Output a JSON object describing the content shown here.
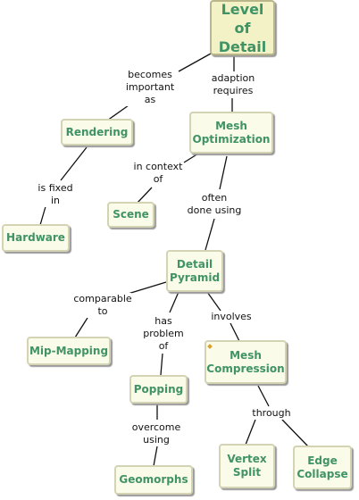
{
  "nodes": {
    "level_of_detail": "Level of\nDetail",
    "rendering": "Rendering",
    "mesh_optimization": "Mesh\nOptimization",
    "hardware": "Hardware",
    "scene": "Scene",
    "detail_pyramid": "Detail\nPyramid",
    "mip_mapping": "Mip-Mapping",
    "popping": "Popping",
    "mesh_compression": "Mesh\nCompression",
    "geomorphs": "Geomorphs",
    "vertex_split": "Vertex\nSplit",
    "edge_collapse": "Edge\nCollapse"
  },
  "links": {
    "becomes_important_as": "becomes\nimportant\nas",
    "adaption_requires": "adaption\nrequires",
    "is_fixed_in": "is fixed\nin",
    "in_context_of": "in context\nof",
    "often_done_using": "often\ndone using",
    "comparable_to": "comparable\nto",
    "has_problem_of": "has\nproblem\nof",
    "involves": "involves",
    "overcome_using": "overcome\nusing",
    "through": "through"
  }
}
